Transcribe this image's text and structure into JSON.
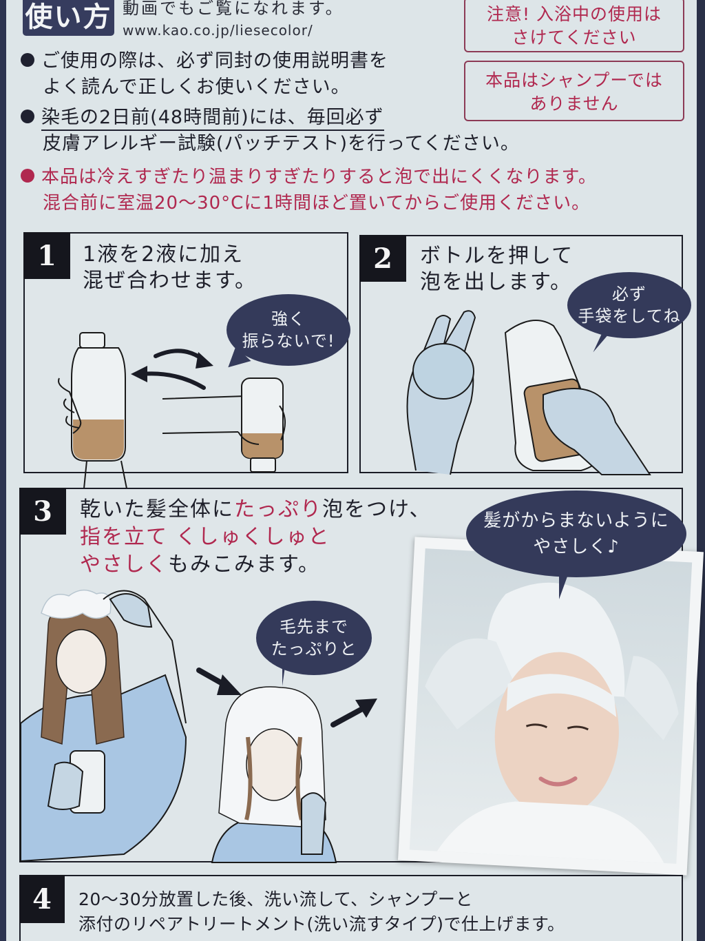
{
  "header": {
    "title": "使い方",
    "video_note": "動画でもご覧になれます。",
    "url": "www.kao.co.jp/liesecolor/"
  },
  "warnings": [
    {
      "line1": "注意! 入浴中の使用は",
      "line2": "さけてください"
    },
    {
      "line1": "本品はシャンプーでは",
      "line2": "ありません"
    }
  ],
  "notes": [
    {
      "line1": "ご使用の際は、必ず同封の使用説明書を",
      "line2": "よく読んで正しくお使いください。",
      "color": "#1f2130"
    },
    {
      "line1": "染毛の2日前(48時間前)には、毎回必ず",
      "line2": "皮膚アレルギー試験(パッチテスト)を行ってください。",
      "color": "#1f2130"
    },
    {
      "line1": "本品は冷えすぎたり温まりすぎたりすると泡で出にくくなります。",
      "line2": "混合前に室温20〜30°Cに1時間ほど置いてからご使用ください。",
      "color": "#b0284f"
    }
  ],
  "steps": [
    {
      "number": "1",
      "line1": "1液を2液に加え",
      "line2": "混ぜ合わせます。",
      "bubble": {
        "line1": "強く",
        "line2": "振らないで!"
      }
    },
    {
      "number": "2",
      "line1": "ボトルを押して",
      "line2": "泡を出します。",
      "bubble": {
        "line1": "必ず",
        "line2": "手袋をしてね"
      }
    },
    {
      "number": "3",
      "line1_a": "乾いた髪全体に",
      "line1_b": "たっぷり",
      "line1_c": "泡をつけ、",
      "line2": "指を立て くしゅくしゅと",
      "line3_a": "やさしく",
      "line3_b": "もみこみます。",
      "bubble_small": {
        "line1": "毛先まで",
        "line2": "たっぷりと"
      },
      "bubble_large": {
        "line1": "髪がからまないように",
        "line2": "やさしく♪"
      }
    },
    {
      "number": "4",
      "line1": "20〜30分放置した後、洗い流して、シャンプーと",
      "line2": "添付のリペアトリートメント(洗い流すタイプ)で仕上げます。"
    }
  ],
  "colors": {
    "navy": "#343a5a",
    "accent_pink": "#b0284f",
    "paper": "#dde5e8",
    "liquid": "#b8926a",
    "glove": "#c5d6e3",
    "shirt": "#a9c6e3"
  }
}
